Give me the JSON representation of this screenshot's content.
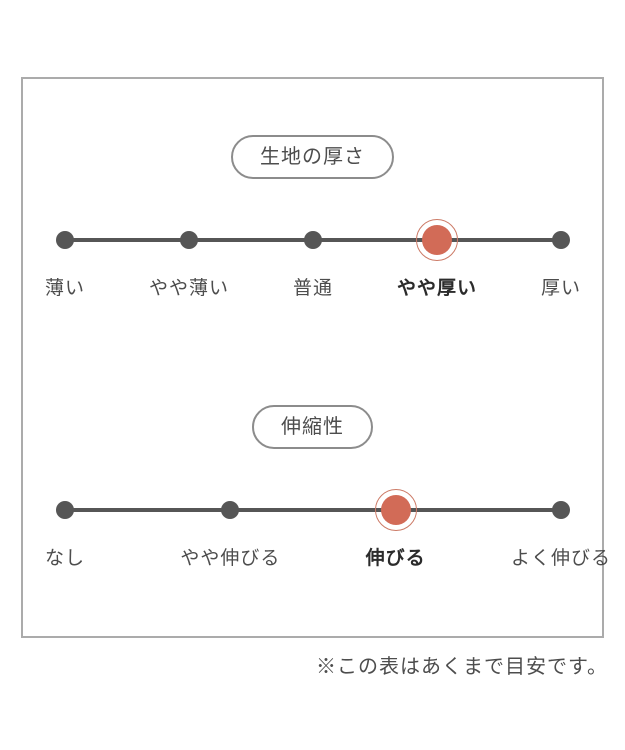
{
  "colors": {
    "accent": "#d26b57",
    "accent_ring": "#cc7a66",
    "line": "#565656",
    "dot": "#565656",
    "label": "#4d4d4d",
    "label_selected": "#2b2b2b",
    "pill_border": "#8c8c8c",
    "frame_border": "#ababab"
  },
  "note": "※この表はあくまで目安です。",
  "chart_data": [
    {
      "type": "scale",
      "title": "生地の厚さ",
      "categories": [
        "薄い",
        "やや薄い",
        "普通",
        "やや厚い",
        "厚い"
      ],
      "selected_index": 3,
      "selected_label": "やや厚い"
    },
    {
      "type": "scale",
      "title": "伸縮性",
      "categories": [
        "なし",
        "やや伸びる",
        "伸びる",
        "よく伸びる"
      ],
      "selected_index": 2,
      "selected_label": "伸びる"
    }
  ]
}
